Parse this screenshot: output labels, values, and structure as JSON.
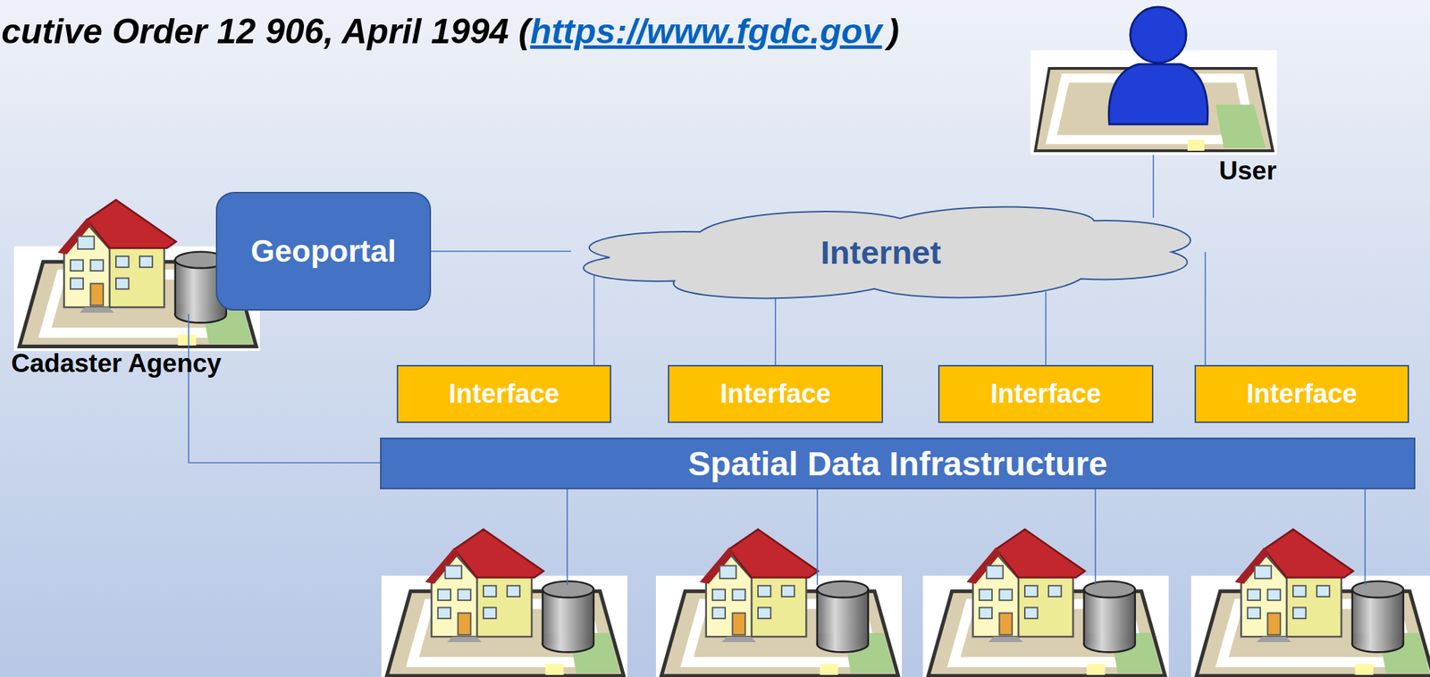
{
  "diagram": {
    "nodes": [
      {
        "text": [
          "Geoportal"
        ]
      },
      {
        "text": [
          "Internet"
        ]
      },
      {
        "text": [
          "Interface"
        ]
      },
      {
        "text": [
          "Interface"
        ]
      },
      {
        "text": [
          "Interface"
        ]
      },
      {
        "text": [
          "Interface"
        ]
      },
      {
        "text": [
          "Spatial Data Infrastructure"
        ]
      }
    ],
    "edges": [
      {
        "from": 0,
        "to": 1,
        "arrow": "none"
      },
      {
        "from": 2,
        "to": 1,
        "arrow": "none"
      },
      {
        "from": 3,
        "to": 1,
        "arrow": "none"
      },
      {
        "from": 4,
        "to": 1,
        "arrow": "none"
      },
      {
        "from": 5,
        "to": 1,
        "arrow": "none"
      }
    ],
    "labels": [
      "cutive Order 12 906, April 1994 (",
      "https://www.fgdc.gov",
      ")",
      "User",
      "Cadaster Agency"
    ]
  }
}
